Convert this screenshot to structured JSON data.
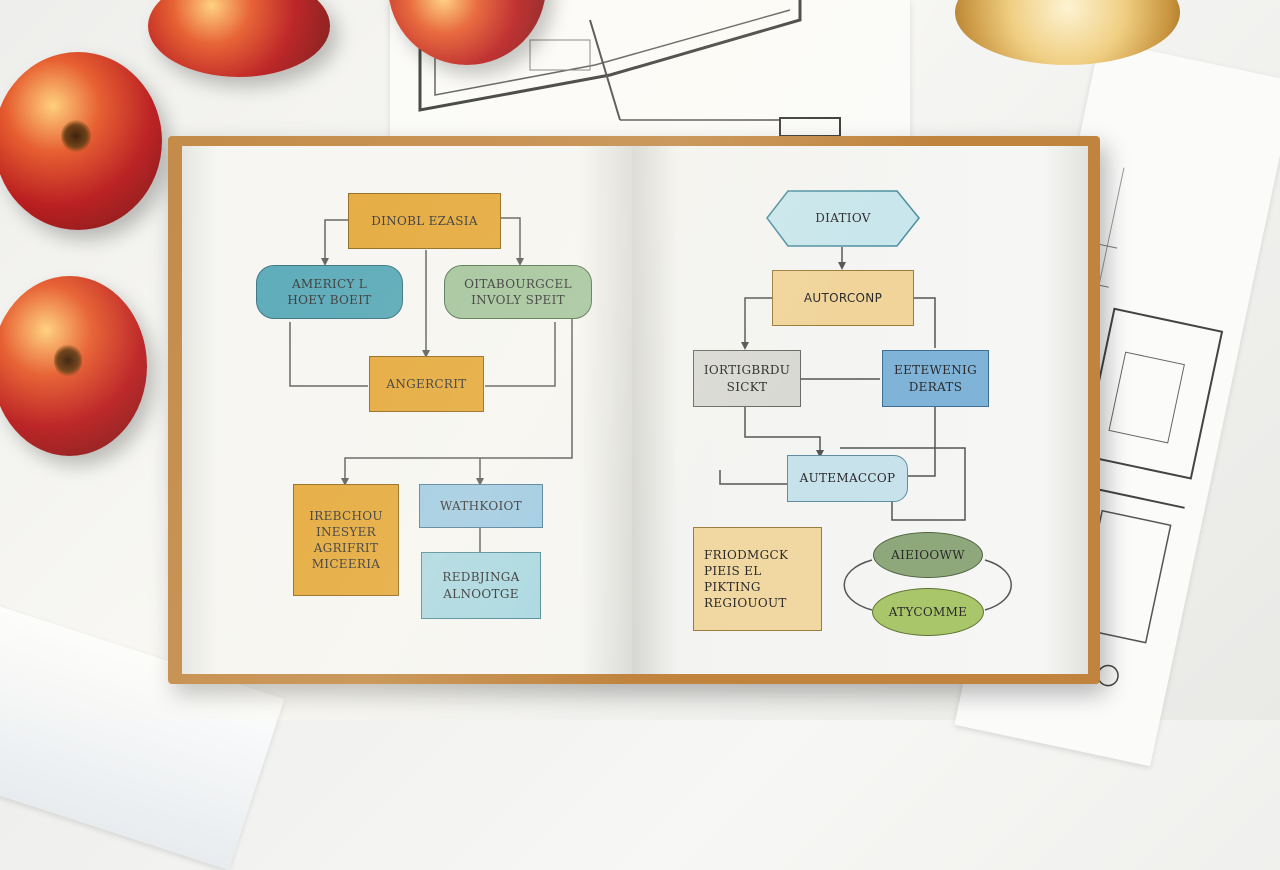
{
  "left_page": {
    "top_box": "DINOBL EZASIA",
    "teal_pill": [
      "AMERICY L",
      "HOEY BOEIT"
    ],
    "green_pill": [
      "OITABOURGCEL",
      "INVOLY SPEIT"
    ],
    "center_box": "ANGERCRIT",
    "orange_tall": [
      "IREBCHOU",
      "INESYER",
      "AGRIFRIT",
      "MICEERIA"
    ],
    "blue_box": "WATHKOIOT",
    "lightblue_box": [
      "REDBJINGA",
      "ALNOOTGE"
    ]
  },
  "right_page": {
    "hexagon": "DIATIOV",
    "top_box": "AUTORCONP",
    "gray_box": [
      "IORTIGBRDU",
      "SICKT"
    ],
    "steel_box": [
      "EETEWENIG",
      "DERATS"
    ],
    "pale_box": "AUTEMACCOP",
    "peach_box": [
      "FRIODMGCK",
      "PIEIS EL",
      "PIKTING",
      "REGIOUOUT"
    ],
    "ellipse_top": "AIEIOOWW",
    "ellipse_bottom": "ATYCOMME"
  },
  "colors": {
    "orange": "#e3a431",
    "teal": "#4ea4b6",
    "green": "#9fc29a",
    "blue": "#9cc9e4",
    "book_cover": "#c0843f",
    "apple": "#b8171a"
  }
}
